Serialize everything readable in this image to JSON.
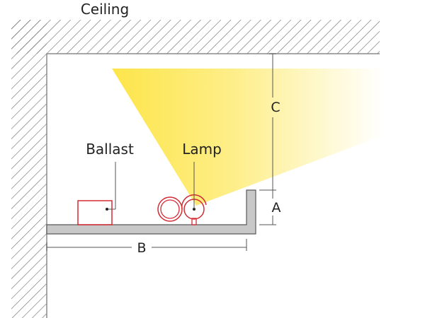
{
  "labels": {
    "ceiling": "Ceiling",
    "ballast": "Ballast",
    "lamp": "Lamp",
    "dim_a": "A",
    "dim_b": "B",
    "dim_c": "C"
  },
  "colors": {
    "hatch": "#6a6a6a",
    "wall_line": "#8a8a8a",
    "shelf_fill": "#c8c8c8",
    "shelf_stroke": "#5a5a5a",
    "fixture_red": "#d42a33",
    "light_yellow": "#fde54a",
    "dimension_line": "#555555",
    "text": "#222222"
  }
}
